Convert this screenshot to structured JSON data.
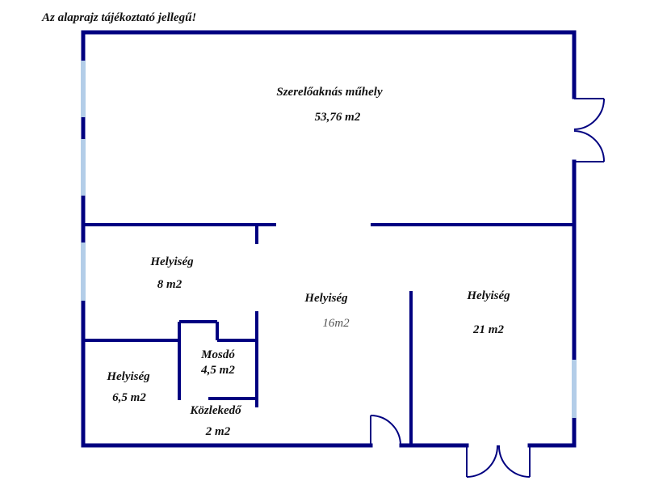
{
  "note": "Az alaprajz tájékoztató jellegű!",
  "rooms": {
    "workshop": {
      "name": "Szerelőaknás műhely",
      "area": "53,76 m2"
    },
    "room_8": {
      "name": "Helyiség",
      "area": "8 m2"
    },
    "room_16": {
      "name": "Helyiség",
      "area": "16m2"
    },
    "room_21": {
      "name": "Helyiség",
      "area": "21 m2"
    },
    "room_65": {
      "name": "Helyiség",
      "area": "6,5 m2"
    },
    "washroom": {
      "name": "Mosdó",
      "area": "4,5 m2"
    },
    "corridor": {
      "name": "Közlekedő",
      "area": "2 m2"
    }
  },
  "colors": {
    "wall": "#000080",
    "window": "#b3cde8"
  }
}
